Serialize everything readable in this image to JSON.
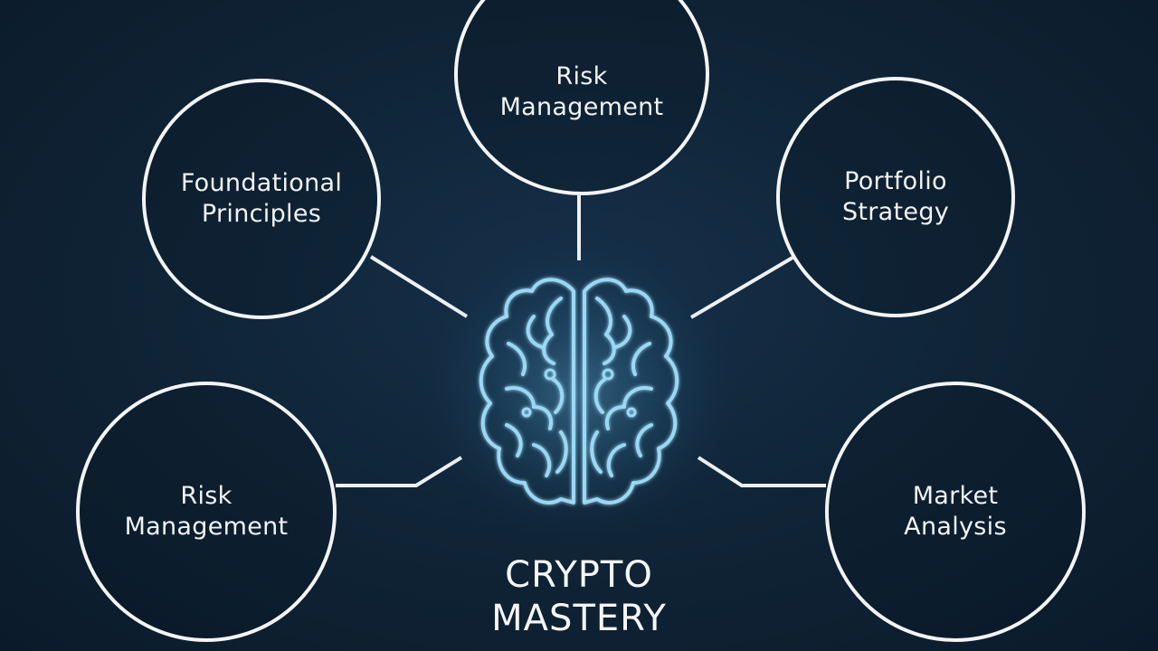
{
  "diagram": {
    "title_line1": "CRYPTO",
    "title_line2": "MASTERY",
    "center_icon": "brain-icon",
    "nodes": [
      {
        "id": "top",
        "label": "Risk\nManagement"
      },
      {
        "id": "upper-left",
        "label": "Foundational\nPrinciples"
      },
      {
        "id": "upper-right",
        "label": "Portfolio\nStrategy"
      },
      {
        "id": "lower-left",
        "label": "Risk\nManagement"
      },
      {
        "id": "lower-right",
        "label": "Market\nAnalysis"
      }
    ],
    "colors": {
      "background": "#0f2235",
      "node_stroke": "#f2f4f6",
      "brain_glow": "#8fd2f0",
      "text": "#f1f3f5"
    }
  }
}
